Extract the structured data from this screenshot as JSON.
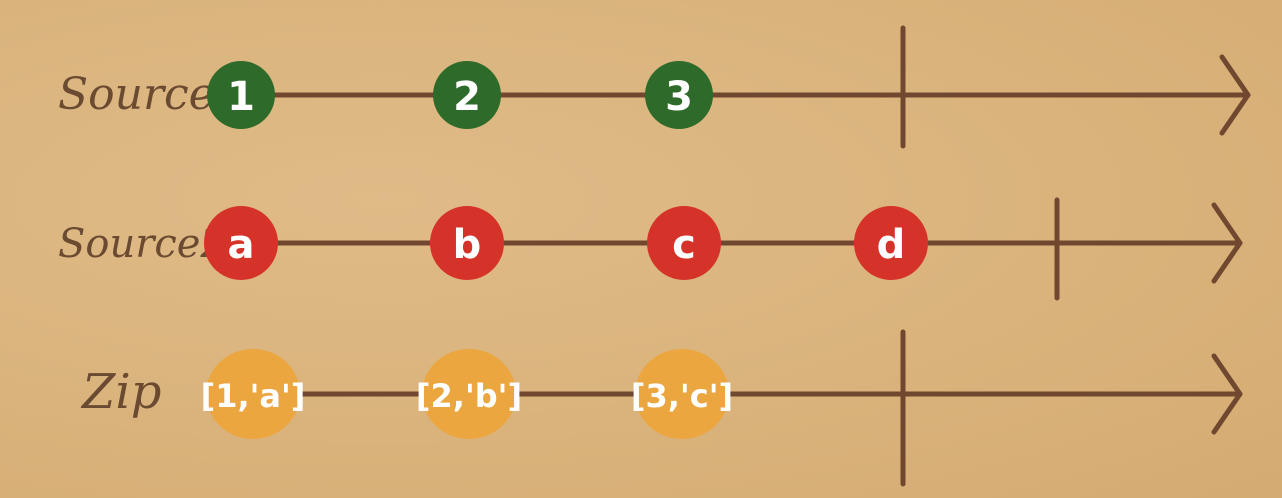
{
  "colors": {
    "background": "#dcb57f",
    "line": "#70482f",
    "source1_marble": "#2e6b2a",
    "source2_marble": "#d5332a",
    "zip_marble": "#eba63f",
    "marble_text": "#ffffff"
  },
  "streams": [
    {
      "name": "Source1",
      "marble_color_key": "source1_marble",
      "marbles": [
        "1",
        "2",
        "3"
      ],
      "completed": true
    },
    {
      "name": "Source2",
      "marble_color_key": "source2_marble",
      "marbles": [
        "a",
        "b",
        "c",
        "d"
      ],
      "completed": true
    },
    {
      "name": "Zip",
      "marble_color_key": "zip_marble",
      "marbles": [
        "[1,'a']",
        "[2,'b']",
        "[3,'c']"
      ],
      "completed": true
    }
  ]
}
